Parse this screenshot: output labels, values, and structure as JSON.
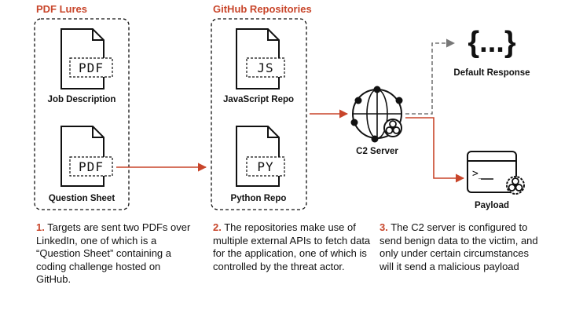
{
  "sections": {
    "pdf_lures": "PDF Lures",
    "github_repos": "GitHub Repositories"
  },
  "documents": {
    "job_description": {
      "tag": "PDF",
      "label": "Job Description"
    },
    "question_sheet": {
      "tag": "PDF",
      "label": "Question Sheet"
    },
    "javascript_repo": {
      "tag": "JS",
      "label": "JavaScript Repo"
    },
    "python_repo": {
      "tag": "PY",
      "label": "Python Repo"
    }
  },
  "c2_server": {
    "label": "C2 Server"
  },
  "default_response": {
    "symbol": "{...}",
    "label": "Default Response"
  },
  "payload": {
    "prompt": ">_",
    "label": "Payload"
  },
  "steps": [
    {
      "num": "1.",
      "text": "Targets are sent two PDFs over LinkedIn, one of which is a “Question Sheet” containing a coding challenge hosted on GitHub."
    },
    {
      "num": "2.",
      "text": "The repositories make use of multiple external APIs to fetch data for the application, one of which is controlled by the threat actor."
    },
    {
      "num": "3.",
      "text": "The C2 server is configured to send benign data to the victim, and only under certain circumstances will it send a malicious payload"
    }
  ],
  "colors": {
    "accent": "#c8452a",
    "ink": "#111111",
    "muted": "#777777"
  }
}
